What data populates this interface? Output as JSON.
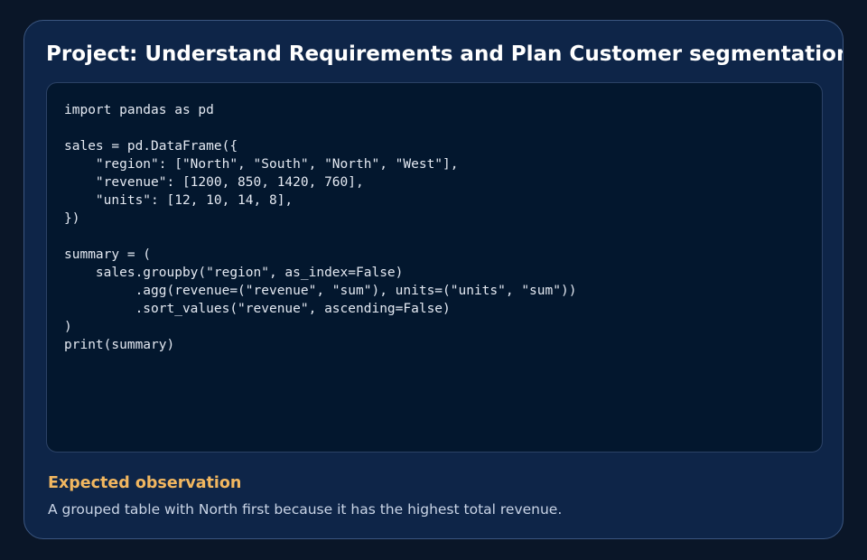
{
  "header": {
    "title": "Project: Understand Requirements and Plan Customer segmentation"
  },
  "code": {
    "text": "import pandas as pd\n\nsales = pd.DataFrame({\n    \"region\": [\"North\", \"South\", \"North\", \"West\"],\n    \"revenue\": [1200, 850, 1420, 760],\n    \"units\": [12, 10, 14, 8],\n})\n\nsummary = (\n    sales.groupby(\"region\", as_index=False)\n         .agg(revenue=(\"revenue\", \"sum\"), units=(\"units\", \"sum\"))\n         .sort_values(\"revenue\", ascending=False)\n)\nprint(summary)"
  },
  "observation": {
    "heading": "Expected observation",
    "text": "A grouped table with North first because it has the highest total revenue."
  },
  "colors": {
    "page_background": "#0a1628",
    "card_background": "#0e2548",
    "code_background": "#03172e",
    "heading_accent": "#f2b760"
  }
}
